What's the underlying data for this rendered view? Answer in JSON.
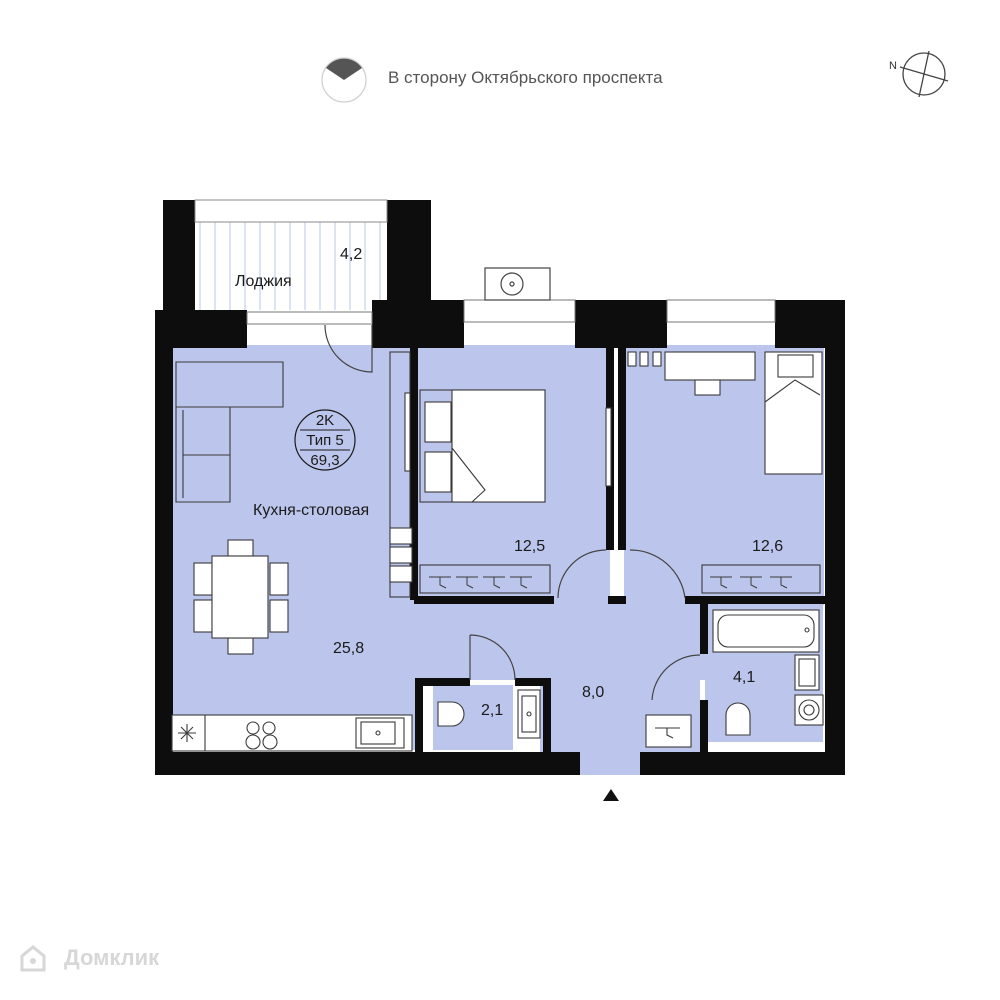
{
  "header": {
    "direction_text": "В сторону Октябрьского проспекта",
    "compass_label": "N"
  },
  "apartment": {
    "rooms_code": "2K",
    "type": "Тип 5",
    "total_area": "69,3"
  },
  "rooms": {
    "loggia": {
      "name": "Лоджия",
      "area": "4,2"
    },
    "kitchen": {
      "name": "Кухня-столовая",
      "area": "25,8"
    },
    "bedroom1": {
      "area": "12,5"
    },
    "bedroom2": {
      "area": "12,6"
    },
    "bathroom": {
      "area": "4,1"
    },
    "toilet": {
      "area": "2,1"
    },
    "hall": {
      "area": "8,0"
    }
  },
  "colors": {
    "floor": "#bcc6ec",
    "wall": "#0d0d0d",
    "furniture_stroke": "#3a3a3a"
  },
  "watermark": {
    "text": "Домклик"
  }
}
